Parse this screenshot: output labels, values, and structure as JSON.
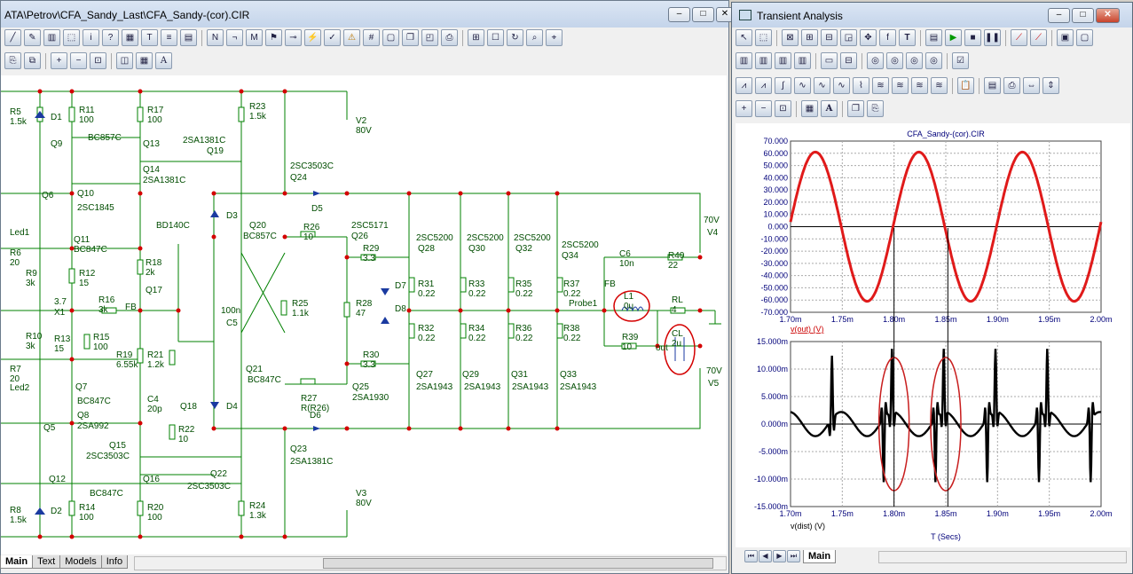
{
  "schematic_window": {
    "title": "ATA\\Petrov\\CFA_Sandy_Last\\CFA_Sandy-(cor).CIR",
    "tabs": [
      "Main",
      "Text",
      "Models",
      "Info"
    ]
  },
  "analysis_window": {
    "title": "Transient Analysis",
    "tabs": [
      "Main"
    ]
  },
  "schematic": {
    "components": [
      [
        "R5",
        "1.5k"
      ],
      [
        "D1",
        ""
      ],
      [
        "R11",
        "100"
      ],
      [
        "R17",
        "100"
      ],
      [
        "R23",
        "1.5k"
      ],
      [
        "V2",
        "80V"
      ],
      [
        "Q9",
        ""
      ],
      [
        "BC857C",
        ""
      ],
      [
        "Q13",
        ""
      ],
      [
        "2SA1381C",
        ""
      ],
      [
        "Q19",
        ""
      ],
      [
        "Q14",
        ""
      ],
      [
        "2SA1381C",
        ""
      ],
      [
        "2SC3503C",
        ""
      ],
      [
        "Q24",
        ""
      ],
      [
        "D5",
        ""
      ],
      [
        "Q6",
        ""
      ],
      [
        "Q10",
        ""
      ],
      [
        "2SC1845",
        ""
      ],
      [
        "D3",
        ""
      ],
      [
        "BD140C",
        ""
      ],
      [
        "Q20",
        ""
      ],
      [
        "BC857C",
        ""
      ],
      [
        "R26",
        "10"
      ],
      [
        "2SC5171",
        ""
      ],
      [
        "Q26",
        ""
      ],
      [
        "70V",
        ""
      ],
      [
        "V4",
        ""
      ],
      [
        "Led1",
        ""
      ],
      [
        "Q11",
        ""
      ],
      [
        "BC847C",
        ""
      ],
      [
        "R29",
        "3.3"
      ],
      [
        "2SC5200",
        ""
      ],
      [
        "Q28",
        ""
      ],
      [
        "2SC5200",
        ""
      ],
      [
        "Q30",
        ""
      ],
      [
        "2SC5200",
        ""
      ],
      [
        "Q32",
        ""
      ],
      [
        "2SC5200",
        ""
      ],
      [
        "Q34",
        ""
      ],
      [
        "C6",
        "10n"
      ],
      [
        "R40",
        "22"
      ],
      [
        "R6",
        "20"
      ],
      [
        "R12",
        "15"
      ],
      [
        "R18",
        "2k"
      ],
      [
        "D7",
        ""
      ],
      [
        "R31",
        "0.22"
      ],
      [
        "R33",
        "0.22"
      ],
      [
        "R35",
        "0.22"
      ],
      [
        "R37",
        "0.22"
      ],
      [
        "FB",
        ""
      ],
      [
        "L1",
        "0u"
      ],
      [
        "R9",
        "3k"
      ],
      [
        "3.7",
        ""
      ],
      [
        "X1",
        ""
      ],
      [
        "R16",
        "3k"
      ],
      [
        "FB",
        ""
      ],
      [
        "Q17",
        ""
      ],
      [
        "100n",
        ""
      ],
      [
        "R25",
        "1.1k"
      ],
      [
        "R28",
        "47"
      ],
      [
        "D8",
        ""
      ],
      [
        "Probe1",
        ""
      ],
      [
        "RL",
        "4"
      ],
      [
        "C5",
        ""
      ],
      [
        "R10",
        "3k"
      ],
      [
        "R13",
        "15"
      ],
      [
        "R15",
        "100"
      ],
      [
        "R32",
        "0.22"
      ],
      [
        "R34",
        "0.22"
      ],
      [
        "R36",
        "0.22"
      ],
      [
        "R38",
        "0.22"
      ],
      [
        "R39",
        "10"
      ],
      [
        "CL",
        "2u"
      ],
      [
        "R7",
        "20"
      ],
      [
        "R19",
        "6.55k"
      ],
      [
        "R21",
        "1.2k"
      ],
      [
        "R30",
        "3.3"
      ],
      [
        "Q27",
        ""
      ],
      [
        "Q29",
        ""
      ],
      [
        "Q31",
        ""
      ],
      [
        "Q33",
        ""
      ],
      [
        "70V",
        ""
      ],
      [
        "V5",
        ""
      ],
      [
        "Q21",
        ""
      ],
      [
        "BC847C",
        ""
      ],
      [
        "R27",
        "R(R26)"
      ],
      [
        "Q25",
        ""
      ],
      [
        "2SA1930",
        ""
      ],
      [
        "2SA1943",
        ""
      ],
      [
        "2SA1943",
        ""
      ],
      [
        "2SA1943",
        ""
      ],
      [
        "2SA1943",
        ""
      ],
      [
        "Led2",
        ""
      ],
      [
        "Q7",
        ""
      ],
      [
        "BC847C",
        ""
      ],
      [
        "C4",
        "20p"
      ],
      [
        "Q18",
        ""
      ],
      [
        "D4",
        ""
      ],
      [
        "D6",
        ""
      ],
      [
        "Q8",
        ""
      ],
      [
        "2SA992",
        ""
      ],
      [
        "Q5",
        ""
      ],
      [
        "R22",
        "10"
      ],
      [
        "Q15",
        ""
      ],
      [
        "2SC3503C",
        ""
      ],
      [
        "Q23",
        ""
      ],
      [
        "2SA1381C",
        ""
      ],
      [
        "Q12",
        ""
      ],
      [
        "BC847C",
        ""
      ],
      [
        "Q16",
        ""
      ],
      [
        "Q22",
        ""
      ],
      [
        "2SC3503C",
        ""
      ],
      [
        "V3",
        "80V"
      ],
      [
        "R8",
        "1.5k"
      ],
      [
        "D2",
        ""
      ],
      [
        "R14",
        "100"
      ],
      [
        "R20",
        "100"
      ],
      [
        "R24",
        "1.3k"
      ],
      [
        "out",
        ""
      ]
    ]
  },
  "chart_data": [
    {
      "type": "line",
      "title": "CFA_Sandy-(cor).CIR",
      "xlabel": "",
      "ylabel": "v(out) (V)",
      "x_ticks": [
        "1.70m",
        "1.75m",
        "1.80m",
        "1.85m",
        "1.90m",
        "1.95m",
        "2.00m"
      ],
      "y_ticks": [
        "70.000",
        "60.000",
        "50.000",
        "40.000",
        "30.000",
        "20.000",
        "10.000",
        "0.000",
        "-10.000",
        "-20.000",
        "-30.000",
        "-40.000",
        "-50.000",
        "-60.000",
        "-70.000"
      ],
      "xlim": [
        0.0017,
        0.002
      ],
      "ylim": [
        -70,
        70
      ],
      "grid": true,
      "series": [
        {
          "color": "#e01a1a",
          "waveform": "sine",
          "amplitude": 61,
          "period": 0.0001,
          "peaks_at": [
            0.001724,
            0.001824,
            0.001924
          ],
          "troughs_at": [
            0.001774,
            0.001874,
            0.001974
          ]
        }
      ]
    },
    {
      "type": "line",
      "xlabel": "T (Secs)",
      "ylabel": "v(dist) (V)",
      "x_ticks": [
        "1.70m",
        "1.75m",
        "1.80m",
        "1.85m",
        "1.90m",
        "1.95m",
        "2.00m"
      ],
      "y_ticks": [
        "15.000m",
        "10.000m",
        "5.000m",
        "0.000m",
        "-5.000m",
        "-10.000m",
        "-15.000m"
      ],
      "xlim": [
        0.0017,
        0.002
      ],
      "ylim": [
        -0.015,
        0.015
      ],
      "grid": true,
      "series": [
        {
          "color": "#000000",
          "spike_times": [
            0.00174,
            0.00179,
            0.001798,
            0.00184,
            0.001848,
            0.00189,
            0.001898,
            0.00194,
            0.001948,
            0.00199
          ],
          "spike_amplitude": 0.0115,
          "ripple_amplitude": 0.0022
        }
      ],
      "annotations": [
        {
          "shape": "ellipse",
          "color": "#c81e1e",
          "center_x": 0.0018,
          "center_y": 0
        },
        {
          "shape": "ellipse",
          "color": "#c81e1e",
          "center_x": 0.00185,
          "center_y": 0
        }
      ]
    }
  ]
}
